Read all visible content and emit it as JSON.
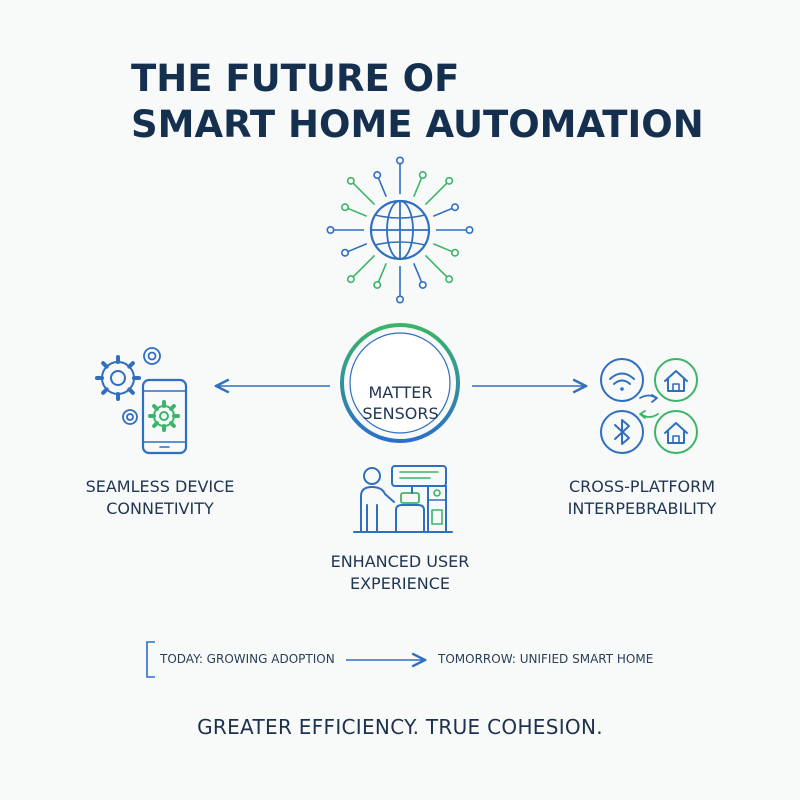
{
  "title": {
    "line1": "THE FUTURE OF",
    "line2": "SMART HOME AUTOMATION"
  },
  "hub": {
    "line1": "MATTER",
    "line2": "SENSORS"
  },
  "left_node": {
    "line1": "SEAMLESS DEVICE",
    "line2": "CONNETIVITY",
    "icon": "smartphone-gears-icon"
  },
  "right_node": {
    "line1": "CROSS-PLATFORM",
    "line2": "INTERPEBRABILITY",
    "icon": "wifi-bluetooth-home-icon"
  },
  "bottom_node": {
    "line1": "ENHANCED USER",
    "line2": "EXPERIENCE",
    "icon": "person-kitchen-appliance-icon"
  },
  "top_icon": "globe-network-icon",
  "timeline": {
    "start": "TODAY: GROWING ADOPTION",
    "end": "TOMORROW: UNIFIED SMART HOME"
  },
  "tagline": "GREATER EFFICIENCY. TRUE COHESION.",
  "colors": {
    "navy": "#1e3553",
    "blue": "#2f6fc0",
    "green": "#3bb56a"
  }
}
